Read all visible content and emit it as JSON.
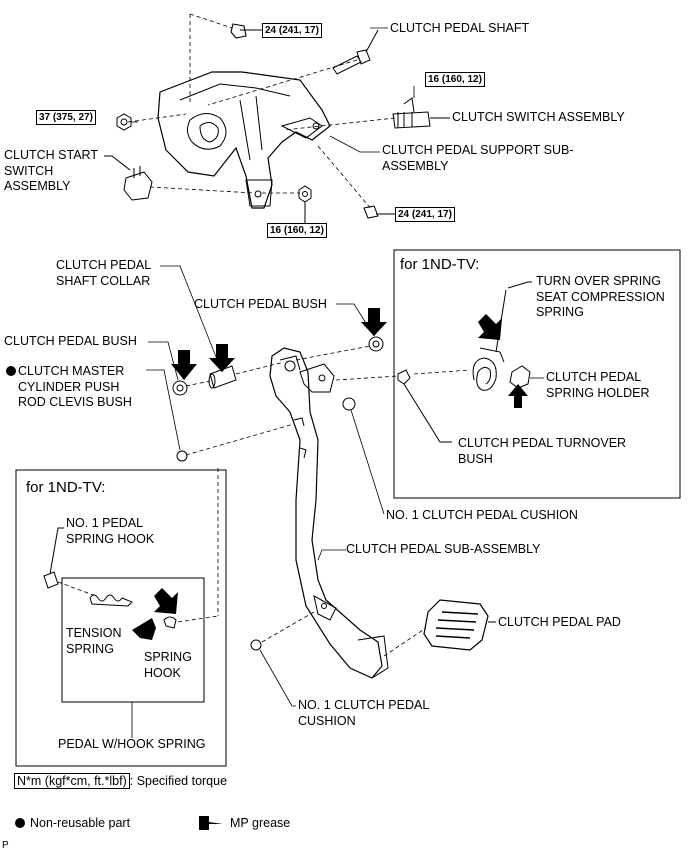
{
  "labels": {
    "clutch_pedal_shaft": "CLUTCH PEDAL SHAFT",
    "clutch_switch_assembly": "CLUTCH SWITCH ASSEMBLY",
    "clutch_pedal_support": "CLUTCH PEDAL SUPPORT SUB-ASSEMBLY",
    "clutch_start_switch": "CLUTCH START SWITCH ASSEMBLY",
    "clutch_pedal_shaft_collar": "CLUTCH PEDAL SHAFT COLLAR",
    "clutch_pedal_bush_top": "CLUTCH PEDAL BUSH",
    "clutch_pedal_bush_left": "CLUTCH PEDAL BUSH",
    "clutch_master_cylinder_bush": "CLUTCH MASTER CYLINDER PUSH ROD CLEVIS BUSH",
    "turn_over_spring": "TURN OVER SPRING SEAT COMPRESSION SPRING",
    "clutch_pedal_spring_holder": "CLUTCH PEDAL SPRING HOLDER",
    "clutch_pedal_turnover_bush": "CLUTCH PEDAL TURNOVER BUSH",
    "no1_clutch_pedal_cushion_upper": "NO. 1 CLUTCH PEDAL CUSHION",
    "clutch_pedal_sub_assembly": "CLUTCH PEDAL SUB-ASSEMBLY",
    "no1_pedal_spring_hook": "NO. 1 PEDAL SPRING HOOK",
    "tension_spring": "TENSION SPRING",
    "spring_hook": "SPRING HOOK",
    "clutch_pedal_pad": "CLUTCH PEDAL PAD",
    "no1_clutch_pedal_cushion_lower": "NO. 1 CLUTCH PEDAL CUSHION",
    "pedal_w_hook_spring": "PEDAL W/HOOK SPRING"
  },
  "torques": {
    "t_top": "24 (241, 17)",
    "t_switch": "16 (160, 12)",
    "t_left": "37 (375, 27)",
    "t_bottom_mid": "16 (160, 12)",
    "t_bottom_right": "24 (241, 17)"
  },
  "subdiagrams": {
    "right_title": "for 1ND-TV:",
    "left_title": "for 1ND-TV:"
  },
  "legend": {
    "torque_box": "N*m (kgf*cm, ft.*lbf)",
    "torque_text": ": Specified torque",
    "non_reusable": "Non-reusable part",
    "mp_grease": "MP grease"
  },
  "corner_mark": "P"
}
